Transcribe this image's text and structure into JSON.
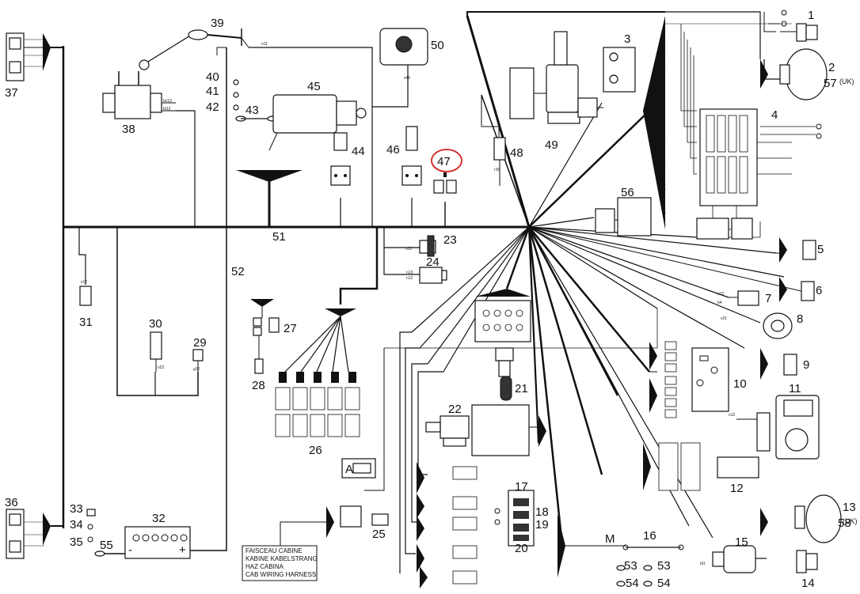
{
  "component_numbers": [
    {
      "id": "1",
      "label": "1"
    },
    {
      "id": "2",
      "label": "2"
    },
    {
      "id": "3",
      "label": "3"
    },
    {
      "id": "4",
      "label": "4"
    },
    {
      "id": "5",
      "label": "5"
    },
    {
      "id": "6",
      "label": "6"
    },
    {
      "id": "7",
      "label": "7"
    },
    {
      "id": "8",
      "label": "8"
    },
    {
      "id": "9",
      "label": "9"
    },
    {
      "id": "10",
      "label": "10"
    },
    {
      "id": "11",
      "label": "11"
    },
    {
      "id": "12",
      "label": "12"
    },
    {
      "id": "13",
      "label": "13"
    },
    {
      "id": "14",
      "label": "14"
    },
    {
      "id": "15",
      "label": "15"
    },
    {
      "id": "16",
      "label": "16"
    },
    {
      "id": "17",
      "label": "17"
    },
    {
      "id": "18",
      "label": "18"
    },
    {
      "id": "19",
      "label": "19"
    },
    {
      "id": "20",
      "label": "20"
    },
    {
      "id": "21",
      "label": "21"
    },
    {
      "id": "22",
      "label": "22"
    },
    {
      "id": "23",
      "label": "23"
    },
    {
      "id": "24",
      "label": "24"
    },
    {
      "id": "25",
      "label": "25"
    },
    {
      "id": "26",
      "label": "26"
    },
    {
      "id": "27",
      "label": "27"
    },
    {
      "id": "28",
      "label": "28"
    },
    {
      "id": "29",
      "label": "29"
    },
    {
      "id": "30",
      "label": "30"
    },
    {
      "id": "31",
      "label": "31"
    },
    {
      "id": "32",
      "label": "32"
    },
    {
      "id": "33",
      "label": "33"
    },
    {
      "id": "34",
      "label": "34"
    },
    {
      "id": "35",
      "label": "35"
    },
    {
      "id": "36",
      "label": "36"
    },
    {
      "id": "37",
      "label": "37"
    },
    {
      "id": "38",
      "label": "38"
    },
    {
      "id": "39",
      "label": "39"
    },
    {
      "id": "40",
      "label": "40"
    },
    {
      "id": "41",
      "label": "41"
    },
    {
      "id": "42",
      "label": "42"
    },
    {
      "id": "43",
      "label": "43"
    },
    {
      "id": "44",
      "label": "44"
    },
    {
      "id": "45",
      "label": "45"
    },
    {
      "id": "46",
      "label": "46"
    },
    {
      "id": "47",
      "label": "47",
      "highlight": true
    },
    {
      "id": "48",
      "label": "48"
    },
    {
      "id": "49",
      "label": "49"
    },
    {
      "id": "50",
      "label": "50"
    },
    {
      "id": "51",
      "label": "51"
    },
    {
      "id": "52",
      "label": "52"
    },
    {
      "id": "53a",
      "label": "53"
    },
    {
      "id": "53b",
      "label": "53"
    },
    {
      "id": "54a",
      "label": "54"
    },
    {
      "id": "54b",
      "label": "54"
    },
    {
      "id": "55",
      "label": "55"
    },
    {
      "id": "56",
      "label": "56"
    },
    {
      "id": "57",
      "label": "57"
    },
    {
      "id": "58",
      "label": "58"
    }
  ],
  "uk_marks": [
    {
      "id": "57",
      "label": "(UK)"
    },
    {
      "id": "58",
      "label": "(UK)"
    }
  ],
  "letters": {
    "a": "A",
    "m": "M"
  },
  "battery": {
    "minus": "-",
    "plus": "+"
  },
  "harness_legend": [
    "FAISCEAU CABINE",
    "KABINE KABELSTRANG",
    "HAZ CABINA",
    "CAB WIRING HARNESS"
  ],
  "wire_codes": {
    "c22": "n22",
    "c24a": "n13",
    "c24b": "n12",
    "c31": "v12",
    "c29": "g12",
    "c30": "n22",
    "c48": "r36",
    "c50": "v45",
    "c39": "n11",
    "c38a": "bc13",
    "c38b": "bl12",
    "c7a": "n12",
    "c7b": "b4",
    "c8": "v21",
    "c12": "n12",
    "c16": "bl1"
  },
  "highlight": {
    "color": "#d22020"
  }
}
